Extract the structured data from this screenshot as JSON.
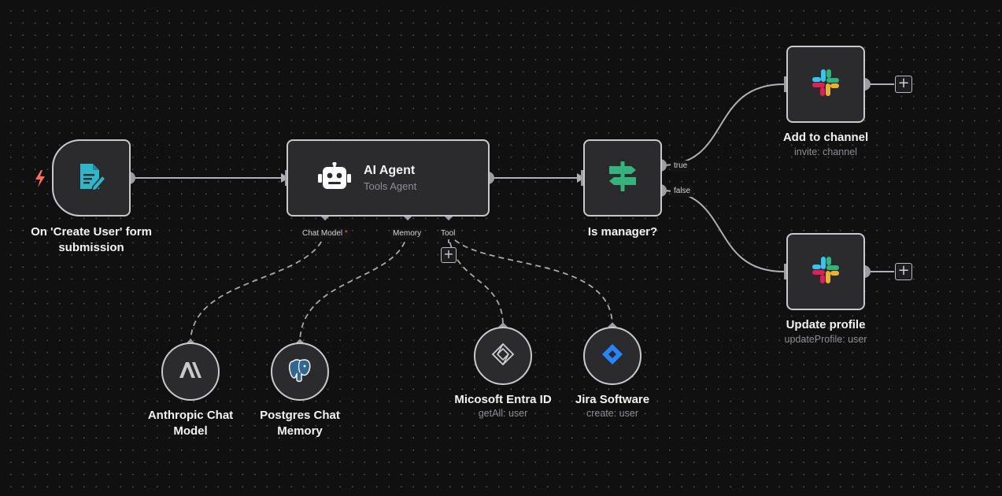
{
  "nodes": {
    "form_trigger": {
      "label": "On 'Create User' form\nsubmission",
      "icon": "form-edit-icon",
      "badge_icon": "lightning-icon"
    },
    "ai_agent": {
      "title": "AI Agent",
      "subtitle": "Tools Agent",
      "icon": "robot-icon"
    },
    "is_manager": {
      "label": "Is manager?",
      "icon": "signpost-icon"
    },
    "add_to_channel": {
      "label": "Add to channel",
      "subtitle": "invite: channel",
      "icon": "slack-icon"
    },
    "update_profile": {
      "label": "Update profile",
      "subtitle": "updateProfile: user",
      "icon": "slack-icon"
    },
    "anthropic": {
      "label": "Anthropic Chat\nModel",
      "icon": "anthropic-icon"
    },
    "postgres": {
      "label": "Postgres Chat\nMemory",
      "icon": "postgres-icon"
    },
    "entra": {
      "label": "Micosoft Entra ID",
      "subtitle": "getAll: user",
      "icon": "entra-id-icon"
    },
    "jira": {
      "label": "Jira Software",
      "subtitle": "create: user",
      "icon": "jira-icon"
    }
  },
  "ports": {
    "chat_model": "Chat Model",
    "chat_model_required": "*",
    "memory": "Memory",
    "tool": "Tool"
  },
  "branches": {
    "true_label": "true",
    "false_label": "false"
  },
  "buttons": {
    "add_after_channel": "+",
    "add_after_update": "+",
    "add_tool": "+"
  },
  "colors": {
    "canvas_bg": "#101010",
    "node_bg": "#2b2b2e",
    "node_border": "#c9c9cc",
    "form_icon": "#2fb7c9",
    "trigger_bolt": "#ff6d5a",
    "if_icon": "#35b37e",
    "jira_blue": "#2684ff",
    "slack_red": "#e01e5a",
    "slack_blue": "#36c5f0",
    "slack_green": "#2eb67d",
    "slack_yellow": "#ecb22e"
  }
}
